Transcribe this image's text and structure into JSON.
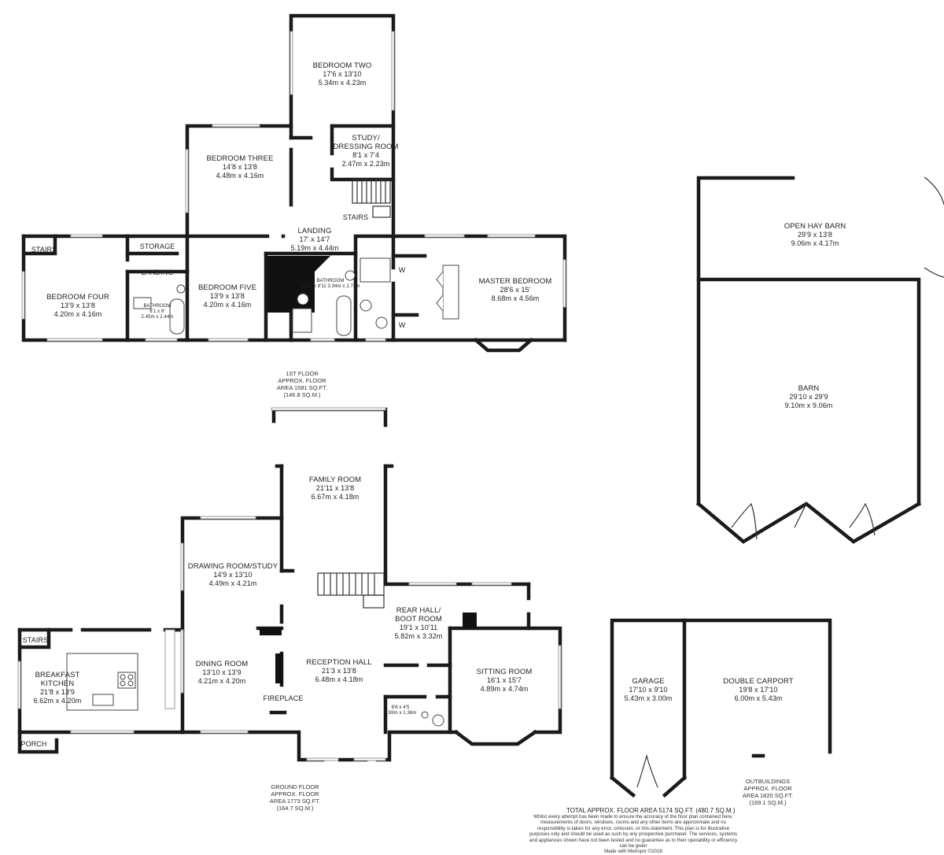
{
  "rooms": {
    "bedroom_two": {
      "name": "BEDROOM TWO",
      "imperial": "17'6 x 13'10",
      "metric": "5.34m x 4.23m"
    },
    "study": {
      "name": "STUDY/",
      "name2": "DRESSING ROOM",
      "imperial": "8'1 x 7'4",
      "metric": "2.47m x 2.23m"
    },
    "bedroom_three": {
      "name": "BEDROOM THREE",
      "imperial": "14'8 x 13'8",
      "metric": "4.48m x 4.16m"
    },
    "landing_1f": {
      "name": "LANDING",
      "imperial": "17' x 14'7",
      "metric": "5.19m x 4.44m"
    },
    "stairs_1f_mid": {
      "name": "STAIRS"
    },
    "stairs_1f_left": {
      "name": "STAIRS"
    },
    "storage": {
      "name": "STORAGE"
    },
    "landing_small": {
      "name": "LANDING"
    },
    "bedroom_four": {
      "name": "BEDROOM FOUR",
      "imperial": "13'9 x 13'8",
      "metric": "4.20m x 4.16m"
    },
    "bathroom_small": {
      "name": "BATHROOM",
      "imperial": "8'1 x 8'",
      "metric": "2.45m x 2.44m"
    },
    "bedroom_five": {
      "name": "BEDROOM FIVE",
      "imperial": "13'9 x 13'8",
      "metric": "4.20m x 4.16m"
    },
    "bathroom_main": {
      "name": "BATHROOM",
      "imperial": "10'11 x 8'11",
      "metric": "3.34m x 2.73m"
    },
    "wardrobe_1": {
      "name": "W"
    },
    "wardrobe_2": {
      "name": "W"
    },
    "master": {
      "name": "MASTER BEDROOM",
      "imperial": "28'6 x 15'",
      "metric": "8.68m x 4.56m"
    },
    "family": {
      "name": "FAMILY ROOM",
      "imperial": "21'11 x 13'8",
      "metric": "6.67m x 4.18m"
    },
    "drawing": {
      "name": "DRAWING ROOM/STUDY",
      "imperial": "14'9 x 13'10",
      "metric": "4.49m x 4.21m"
    },
    "rear_hall": {
      "name": "REAR HALL/",
      "name2": "BOOT ROOM",
      "imperial": "19'1 x 10'11",
      "metric": "5.82m x 3.32m"
    },
    "stairs_gf": {
      "name": "STAIRS"
    },
    "kitchen": {
      "name": "BREAKFAST",
      "name2": "KITCHEN",
      "imperial": "21'8 x 13'9",
      "metric": "6.62m x 4.20m"
    },
    "dining": {
      "name": "DINING ROOM",
      "imperial": "13'10 x 13'9",
      "metric": "4.21m x 4.20m"
    },
    "reception": {
      "name": "RECEPTION HALL",
      "imperial": "21'3 x 13'8",
      "metric": "6.48m x 4.18m"
    },
    "sitting": {
      "name": "SITTING ROOM",
      "imperial": "16'1 x 15'7",
      "metric": "4.89m x 4.74m"
    },
    "fireplace": {
      "name": "FIREPLACE"
    },
    "cloak": {
      "imperial": "8'6 x 4'5",
      "metric": "2.59m x 1.36m"
    },
    "porch": {
      "name": "PORCH"
    },
    "hay_barn": {
      "name": "OPEN HAY BARN",
      "imperial": "29'9 x 13'8",
      "metric": "9.06m x 4.17m"
    },
    "barn": {
      "name": "BARN",
      "imperial": "29'10 x 29'9",
      "metric": "9.10m x 9.06m"
    },
    "garage": {
      "name": "GARAGE",
      "imperial": "17'10 x 9'10",
      "metric": "5.43m x 3.00m"
    },
    "carport": {
      "name": "DOUBLE CARPORT",
      "imperial": "19'8 x 17'10",
      "metric": "6.00m x 5.43m"
    }
  },
  "floors": {
    "first": {
      "line1": "1ST FLOOR",
      "line2": "APPROX. FLOOR",
      "line3": "AREA 1581 SQ.FT.",
      "line4": "(146.8 SQ.M.)"
    },
    "ground": {
      "line1": "GROUND FLOOR",
      "line2": "APPROX. FLOOR",
      "line3": "AREA 1773 SQ.FT.",
      "line4": "(164.7 SQ.M.)"
    },
    "outbuildings": {
      "line1": "OUTBUILDINGS",
      "line2": "APPROX. FLOOR",
      "line3": "AREA 1820 SQ.FT.",
      "line4": "(169.1 SQ.M.)"
    }
  },
  "total": "TOTAL APPROX. FLOOR AREA 5174 SQ.FT. (480.7 SQ.M.)",
  "disclaimer": "Whilst every attempt has been made to ensure the accuracy of the floor plan contained here, measurements of doors, windows, rooms and any other items are approximate and no responsibility is taken for any error, omission, or mis-statement. This plan is for illustrative purposes only and should be used as such by any prospective purchaser. The services, systems and appliances shown have not been tested and no guarantee as to their operability or efficiency can be given",
  "credit": "Made with Metropix ©2018"
}
